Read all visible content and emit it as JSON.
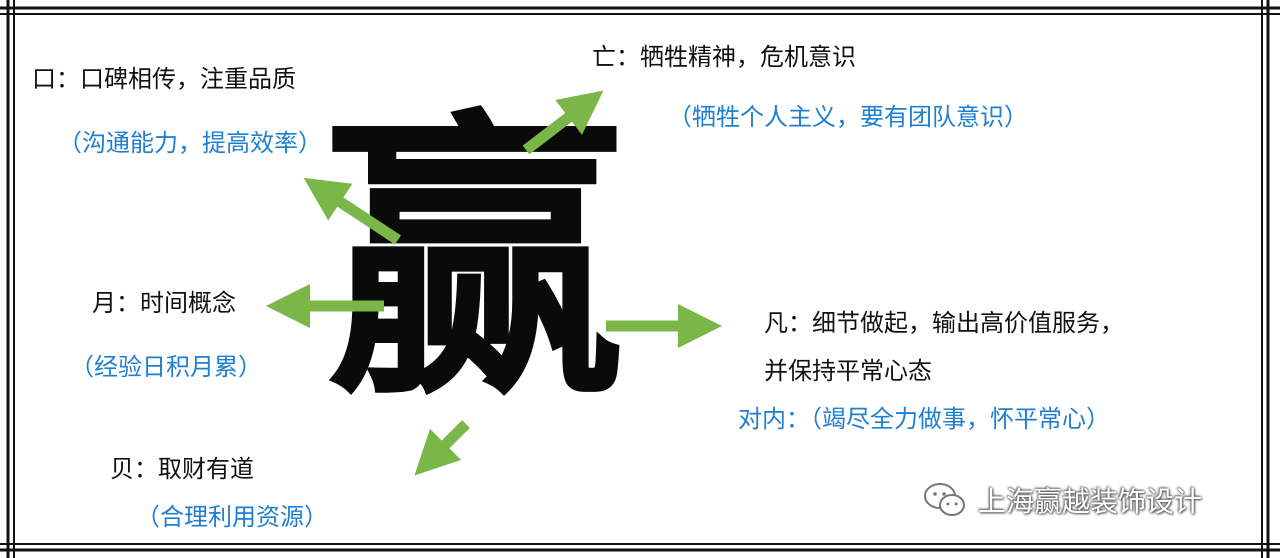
{
  "center_char": "赢",
  "items": {
    "kou": {
      "title": "口：口碑相传，注重品质",
      "note": "（沟通能力，提高效率）"
    },
    "wang": {
      "title": "亡：牺牲精神，危机意识",
      "note": "（牺牲个人主义，要有团队意识）"
    },
    "yue": {
      "title": "月：时间概念",
      "note": "（经验日积月累）"
    },
    "fan": {
      "title_line1": "凡：细节做起，输出高价值服务，",
      "title_line2": "并保持平常心态",
      "note": "对内：（竭尽全力做事，怀平常心）"
    },
    "bei": {
      "title": "贝：取财有道",
      "note": "（合理利用资源）"
    }
  },
  "watermark": {
    "text": "上海赢越装饰设计",
    "icon": "wechat-icon"
  },
  "colors": {
    "arrow": "#7ab648",
    "arrow_stroke": "#5e9a34",
    "note": "#1f7fd0",
    "frame": "#111111"
  }
}
